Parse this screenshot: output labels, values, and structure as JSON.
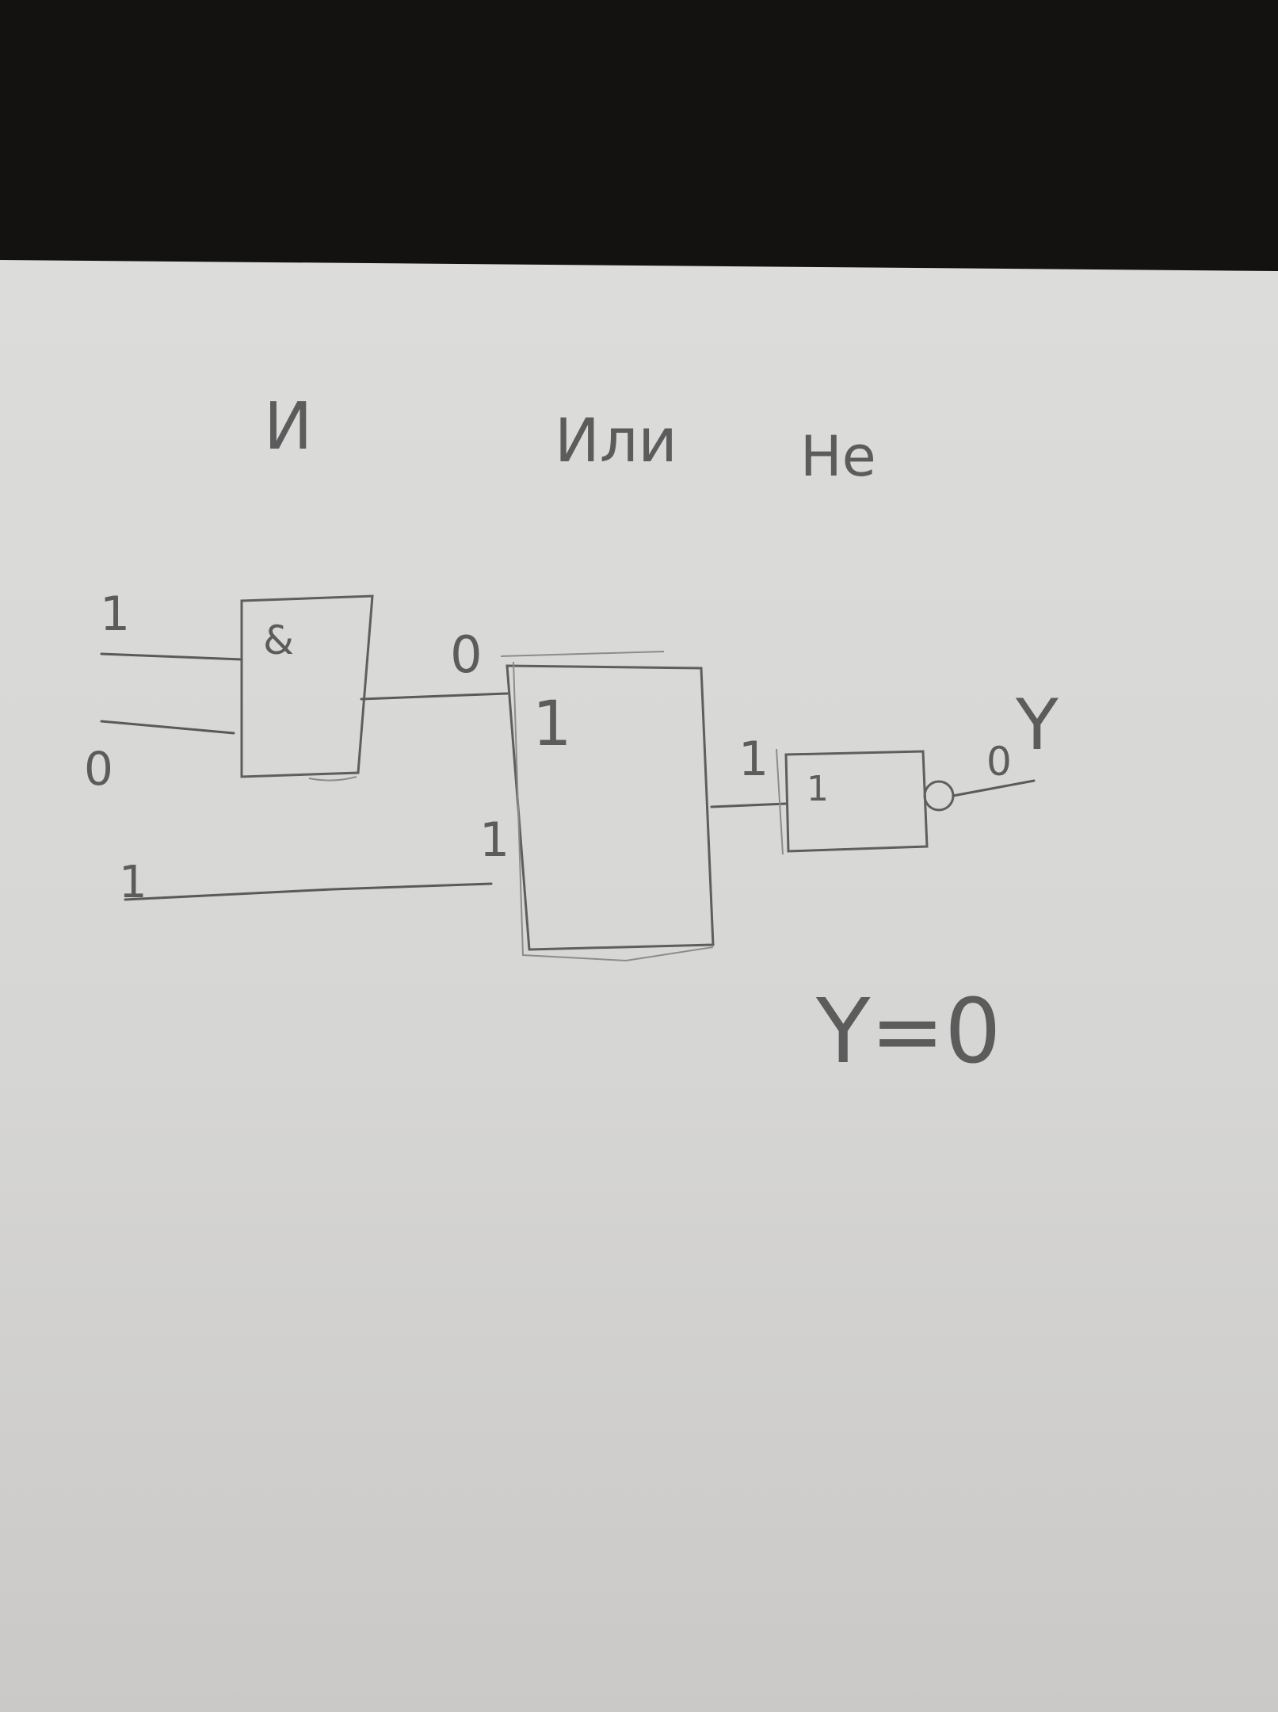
{
  "gate_titles": {
    "and": "И",
    "or": "Или",
    "not": "Не"
  },
  "gates": {
    "and_symbol": "&",
    "or_symbol": "1",
    "not_symbol": "1"
  },
  "signals": {
    "and_input_top": "1",
    "and_input_bottom": "0",
    "and_output": "0",
    "or_input_bottom": "1",
    "or_input_source": "1",
    "or_output": "1",
    "not_output": "0",
    "output_name": "Y"
  },
  "result": "Y=0",
  "colors": {
    "paper": "#d9d9d7",
    "background": "#121010",
    "pencil": "#5c5c5c"
  }
}
